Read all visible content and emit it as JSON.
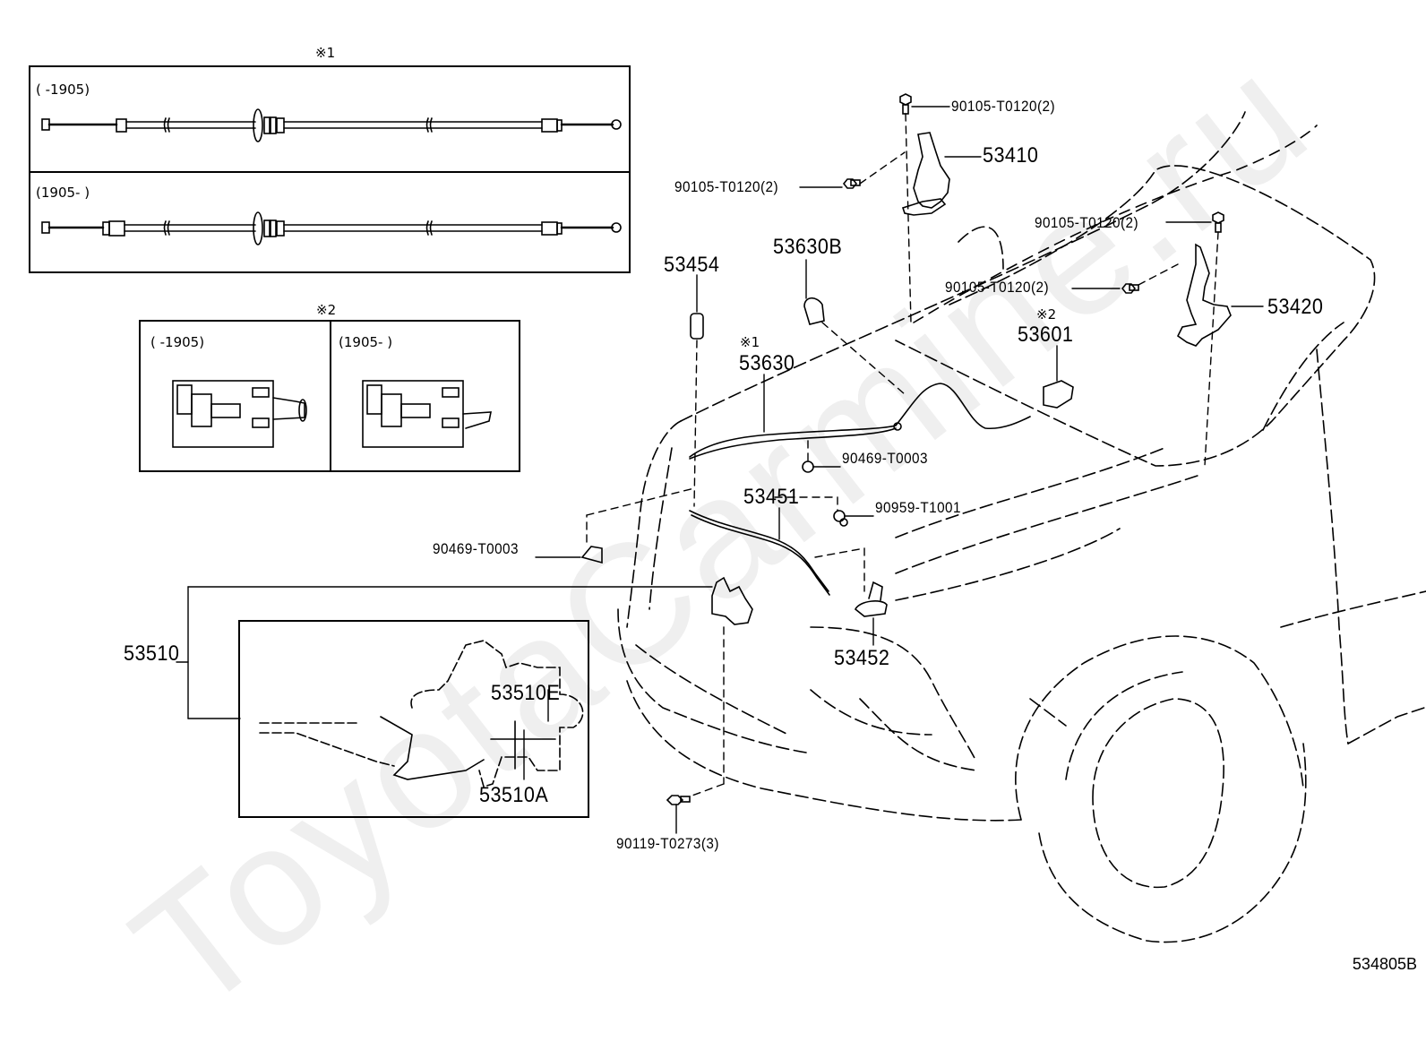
{
  "diagram": {
    "title": "Hood & Hood Lock Parts Diagram",
    "watermark": "ToyotaCarmine.ru",
    "figure_code": "534805B"
  },
  "inset_cable": {
    "marker": "※1",
    "rows": [
      {
        "period": "(      -1905)"
      },
      {
        "period": "(1905-      )"
      }
    ]
  },
  "inset_switch": {
    "marker": "※2",
    "cells": [
      {
        "period": "(      -1905)"
      },
      {
        "period": "(1905-      )"
      }
    ]
  },
  "parts": [
    {
      "id": "bolt-hinge-left-top",
      "number": "90105-T0120(2)"
    },
    {
      "id": "bolt-hinge-left-side",
      "number": "90105-T0120(2)"
    },
    {
      "id": "hinge-left",
      "number": "53410"
    },
    {
      "id": "bolt-hinge-right-top",
      "number": "90105-T0120(2)"
    },
    {
      "id": "bolt-hinge-right-side",
      "number": "90105-T0120(2)"
    },
    {
      "id": "hinge-right",
      "number": "53420"
    },
    {
      "id": "hood-switch",
      "number": "53601",
      "note": "※2"
    },
    {
      "id": "cable-clamp-b",
      "number": "53630B"
    },
    {
      "id": "hood-cushion",
      "number": "53454"
    },
    {
      "id": "release-cable",
      "number": "53630",
      "note": "※1"
    },
    {
      "id": "clip-cable",
      "number": "90469-T0003"
    },
    {
      "id": "clip-support",
      "number": "90959-T1001"
    },
    {
      "id": "support-rod",
      "number": "53451"
    },
    {
      "id": "clip-left",
      "number": "90469-T0003"
    },
    {
      "id": "hood-lock",
      "number": "53510"
    },
    {
      "id": "lock-sub-e",
      "number": "53510E"
    },
    {
      "id": "lock-sub-a",
      "number": "53510A"
    },
    {
      "id": "rod-holder",
      "number": "53452"
    },
    {
      "id": "bolt-lock",
      "number": "90119-T0273(3)"
    }
  ]
}
